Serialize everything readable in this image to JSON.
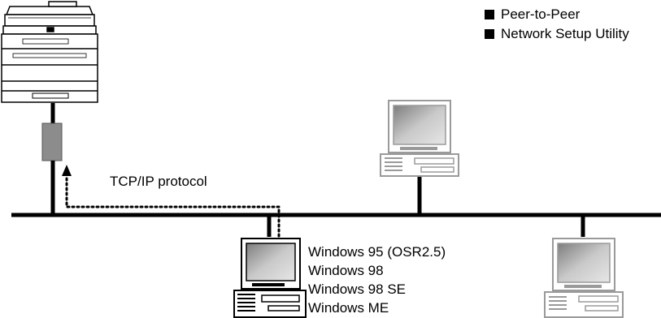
{
  "legend": {
    "items": [
      "Peer-to-Peer",
      "Network Setup Utility"
    ]
  },
  "protocol_label": "TCP/IP protocol",
  "client_os_list": [
    "Windows 95 (OSR2.5)",
    "Windows 98",
    "Windows 98 SE",
    "Windows ME"
  ],
  "colors": {
    "line": "#000000",
    "adapter": "#8c8c8c",
    "screen": "#b9b9b9",
    "faded_line": "#9a9a9a"
  }
}
